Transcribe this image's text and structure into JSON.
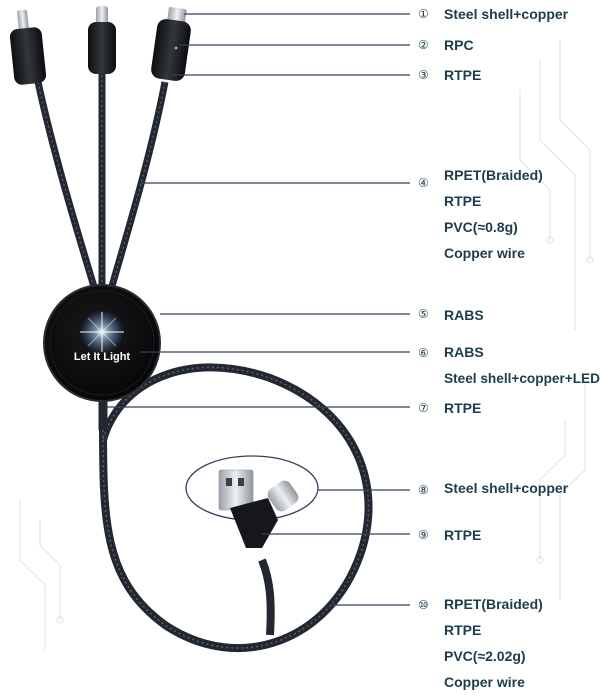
{
  "logo": {
    "text": "Let It Light"
  },
  "callouts": [
    {
      "number": "①",
      "lines": [
        "Steel shell+copper"
      ]
    },
    {
      "number": "②",
      "lines": [
        "RPC"
      ]
    },
    {
      "number": "③",
      "lines": [
        "RTPE"
      ]
    },
    {
      "number": "④",
      "lines": [
        "RPET(Braided)",
        "RTPE",
        "PVC(≈0.8g)",
        "Copper wire"
      ]
    },
    {
      "number": "⑤",
      "lines": [
        "RABS"
      ]
    },
    {
      "number": "⑥",
      "lines": [
        "RABS",
        "Steel shell+copper+LED"
      ]
    },
    {
      "number": "⑦",
      "lines": [
        "RTPE"
      ]
    },
    {
      "number": "⑧",
      "lines": [
        "Steel shell+copper"
      ]
    },
    {
      "number": "⑨",
      "lines": [
        "RTPE"
      ]
    },
    {
      "number": "⑩",
      "lines": [
        "RPET(Braided)",
        "RTPE",
        "PVC(≈2.02g)",
        "Copper wire"
      ]
    }
  ],
  "colors": {
    "cable": "#232830",
    "text": "#1d3d4c",
    "leader": "#33405a",
    "circuit": "#dce9ee"
  }
}
